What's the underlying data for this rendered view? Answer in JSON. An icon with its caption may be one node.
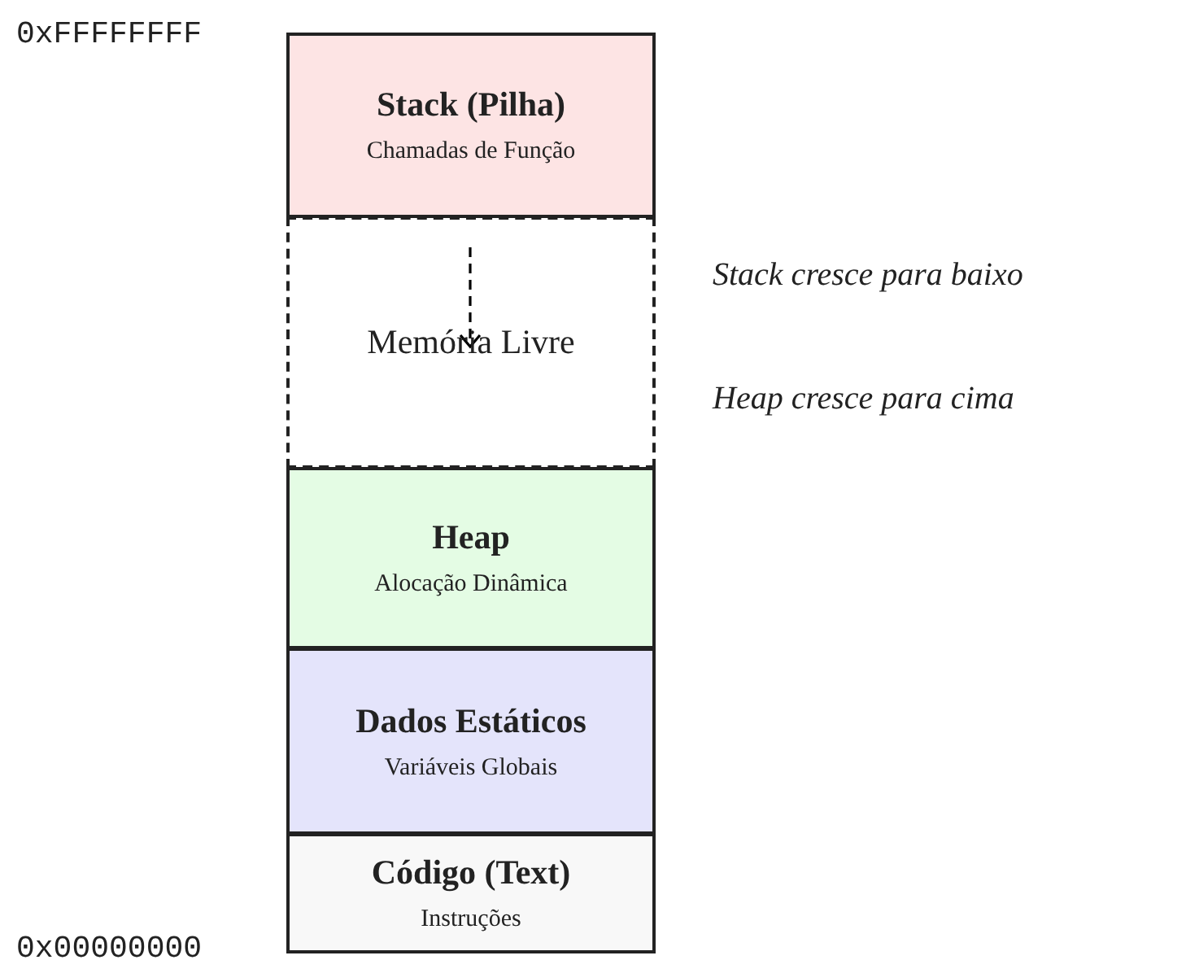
{
  "diagram": {
    "nodes": [
      {
        "text": [
          "Stack (Pilha)",
          "Chamadas de Função"
        ]
      },
      {
        "text": [
          "Memória Livre"
        ]
      },
      {
        "text": [
          "Heap",
          "Alocação Dinâmica"
        ]
      },
      {
        "text": [
          "Dados Estáticos",
          "Variáveis Globais"
        ]
      },
      {
        "text": [
          "Código (Text)",
          "Instruções"
        ]
      }
    ],
    "labels": [
      "0xFFFFFFFF",
      "Stack cresce para baixo",
      "Heap cresce para cima",
      "0x00000000"
    ]
  }
}
